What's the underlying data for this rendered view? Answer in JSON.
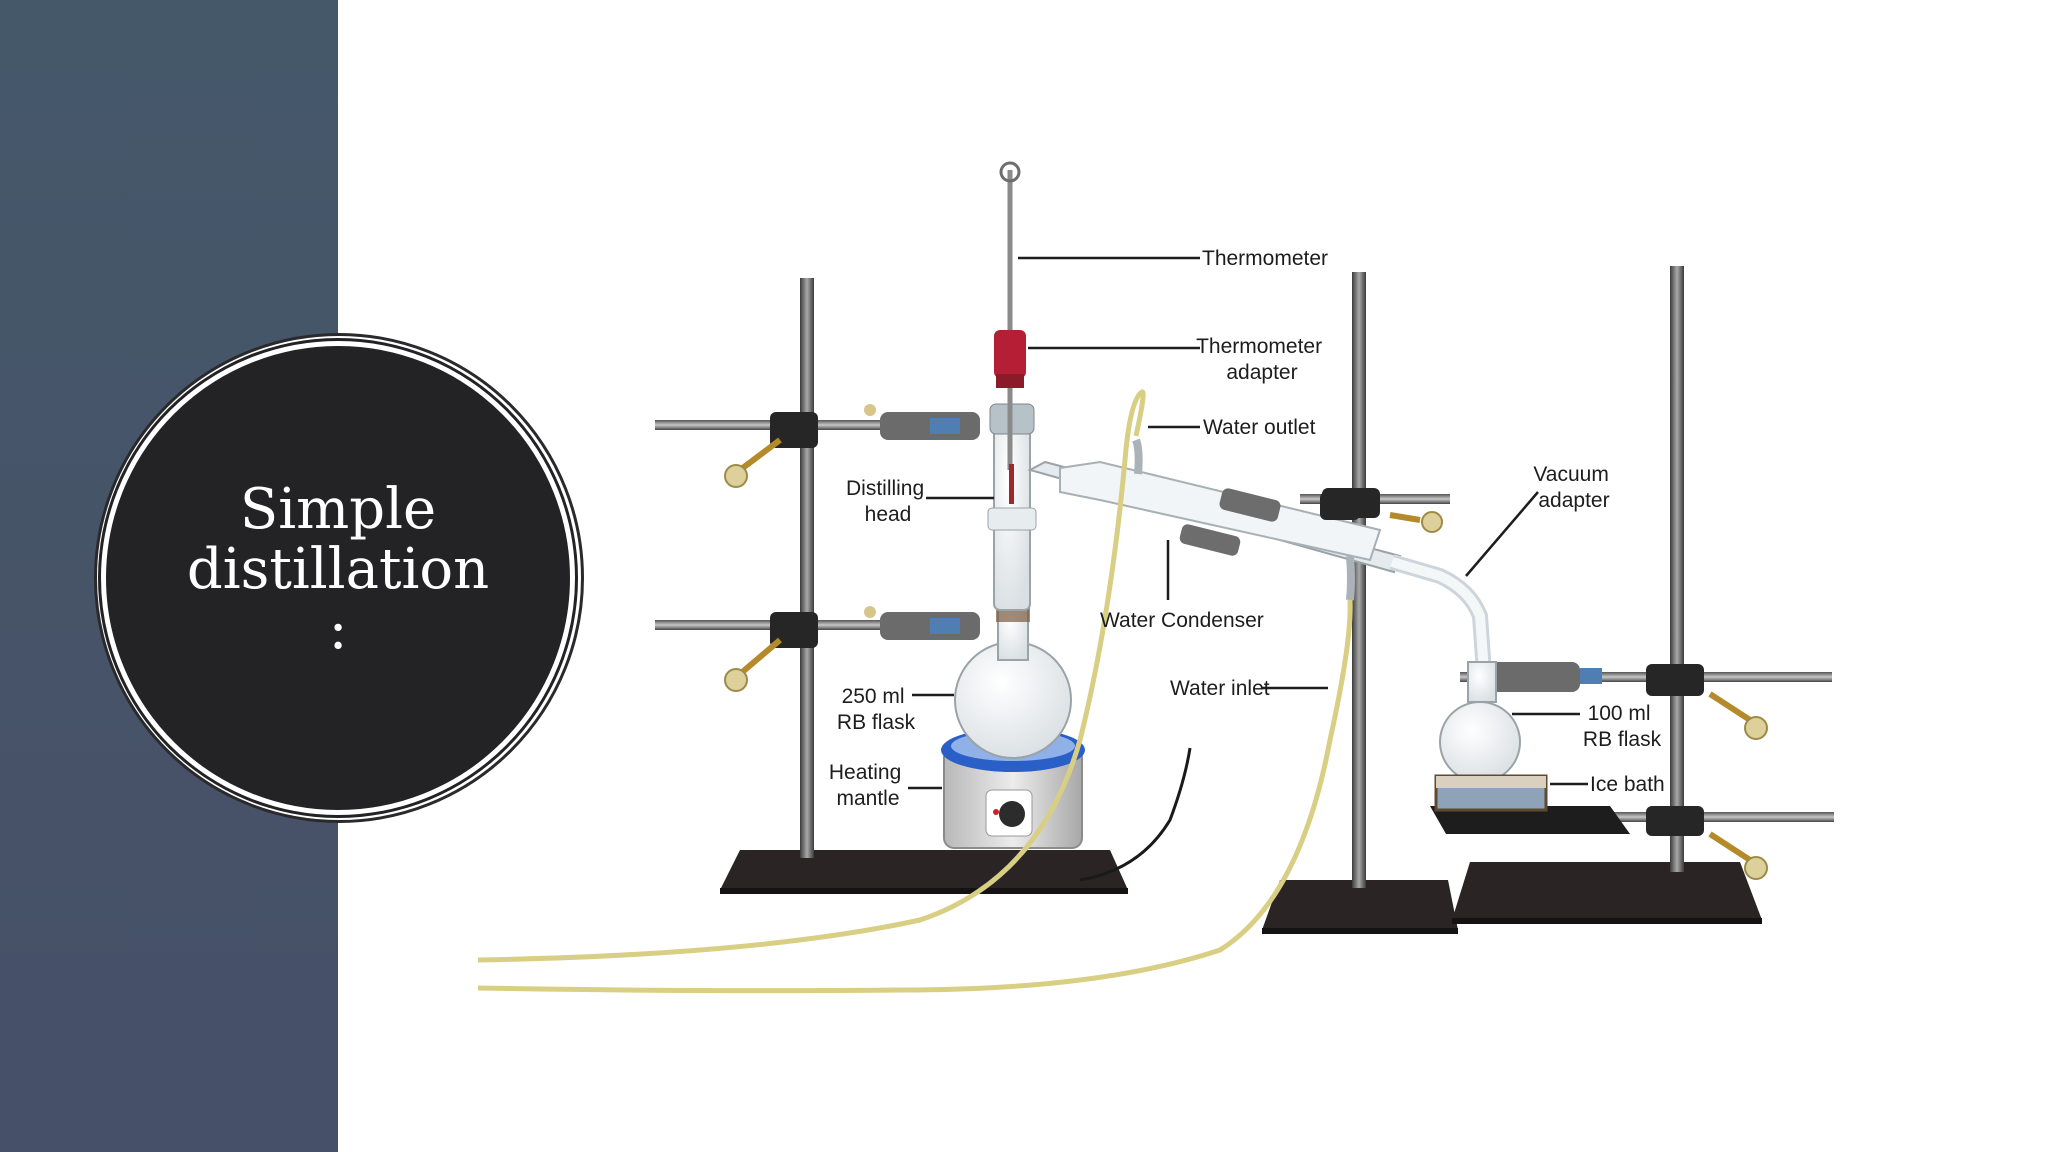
{
  "slide": {
    "title_lines": [
      "Simple",
      "distillation",
      ":"
    ]
  },
  "diagram": {
    "labels": {
      "thermometer": "Thermometer",
      "thermometer_adapter": [
        "Thermometer",
        "adapter"
      ],
      "water_outlet": "Water outlet",
      "distilling_head": [
        "Distilling",
        "head"
      ],
      "water_condenser": "Water Condenser",
      "vacuum_adapter": [
        "Vacuum",
        "adapter"
      ],
      "water_inlet": "Water inlet",
      "rb_flask_250": [
        "250 ml",
        "RB flask"
      ],
      "heating_mantle": [
        "Heating",
        "mantle"
      ],
      "rb_flask_100": [
        "100 ml",
        "RB flask"
      ],
      "ice_bath": "Ice bath"
    }
  },
  "colors": {
    "sidebar": "#465568",
    "circle": "#232326",
    "tubing": "#d8cf84",
    "stand_base": "#2a2524",
    "stopper": "#b51f36",
    "mantle_rim": "#2a5fc8"
  }
}
